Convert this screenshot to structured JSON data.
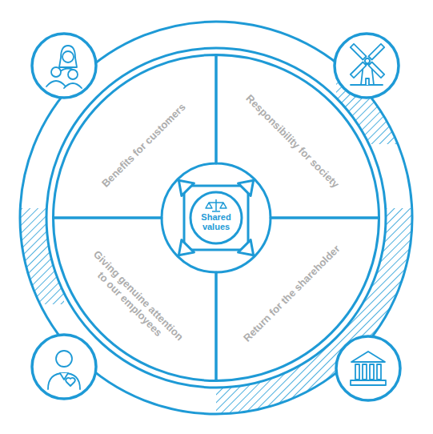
{
  "diagram": {
    "nodes": [
      {
        "text": [
          "Benefits for customers"
        ]
      },
      {
        "text": [
          "Responsibility for society"
        ]
      },
      {
        "text": [
          "Shared values"
        ]
      },
      {
        "text": [
          "Giving genuine attention to our employees"
        ]
      },
      {
        "text": [
          "Return for the shareholder"
        ]
      }
    ]
  }
}
